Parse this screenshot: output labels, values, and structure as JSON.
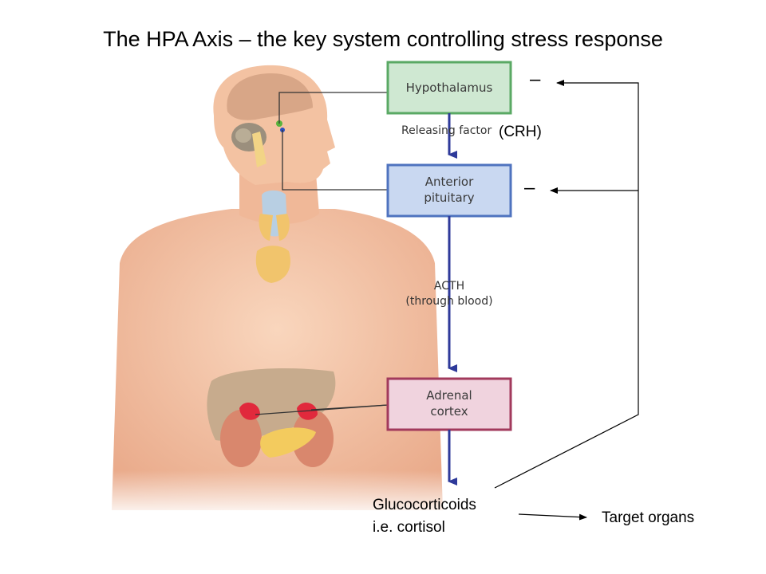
{
  "title": "The HPA Axis – the key system controlling stress response",
  "nodes": {
    "hypothalamus": "Hypothalamus",
    "anterior_pituitary": [
      "Anterior",
      "pituitary"
    ],
    "adrenal_cortex": [
      "Adrenal",
      "cortex"
    ]
  },
  "arrows": {
    "releasing_factor": "Releasing factor",
    "crh": "(CRH)",
    "acth": [
      "ACTH",
      "(through blood)"
    ]
  },
  "output": {
    "glucocorticoids": [
      "Glucocorticoids",
      "i.e. cortisol"
    ],
    "target_organs": "Target organs"
  },
  "feedback": {
    "inhibit_top": "–",
    "inhibit_mid": "–"
  },
  "colors": {
    "hypothalamus_box": "#cfe8d2",
    "pituitary_box": "#c9d8f1",
    "adrenal_box": "#f0d3de",
    "arrow": "#2e3a9a",
    "skin": "#f4c6a8"
  }
}
